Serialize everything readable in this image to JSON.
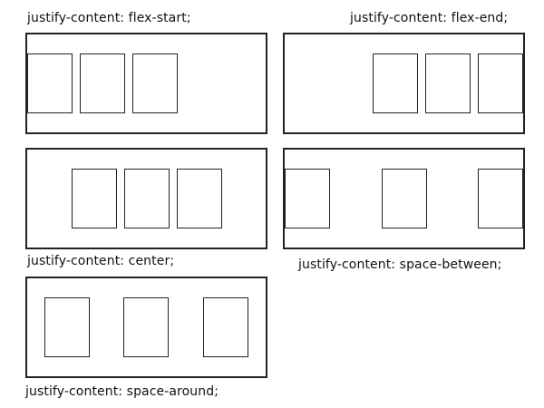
{
  "diagram": {
    "panels": [
      {
        "id": "flex-start",
        "label": "justify-content: flex-start;"
      },
      {
        "id": "flex-end",
        "label": "justify-content: flex-end;"
      },
      {
        "id": "center",
        "label": "justify-content: center;"
      },
      {
        "id": "space-between",
        "label": "justify-content: space-between;"
      },
      {
        "id": "space-around",
        "label": "justify-content: space-around;"
      }
    ]
  },
  "colors": {
    "stroke": "#222222",
    "background": "#ffffff",
    "text": "#111111"
  }
}
